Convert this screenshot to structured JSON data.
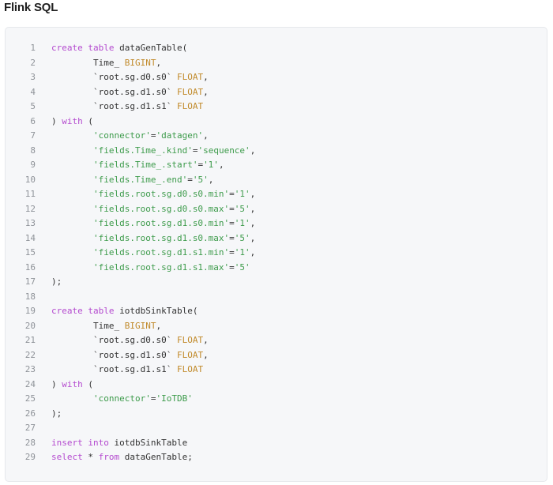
{
  "title": "Flink SQL",
  "colors": {
    "keyword": "#b44acf",
    "type": "#c18a2a",
    "string": "#3d9b4b",
    "plain": "#333333",
    "line_number": "#8f9399",
    "background": "#f6f7f9"
  },
  "code": {
    "language": "sql",
    "lines": [
      {
        "n": "1",
        "tokens": [
          {
            "t": "kw",
            "v": "create"
          },
          {
            "t": "plain",
            "v": " "
          },
          {
            "t": "kw",
            "v": "table"
          },
          {
            "t": "plain",
            "v": " dataGenTable("
          }
        ]
      },
      {
        "n": "2",
        "tokens": [
          {
            "t": "plain",
            "v": "        Time_ "
          },
          {
            "t": "type",
            "v": "BIGINT"
          },
          {
            "t": "plain",
            "v": ","
          }
        ]
      },
      {
        "n": "3",
        "tokens": [
          {
            "t": "plain",
            "v": "        `root.sg.d0.s0` "
          },
          {
            "t": "type",
            "v": "FLOAT"
          },
          {
            "t": "plain",
            "v": ","
          }
        ]
      },
      {
        "n": "4",
        "tokens": [
          {
            "t": "plain",
            "v": "        `root.sg.d1.s0` "
          },
          {
            "t": "type",
            "v": "FLOAT"
          },
          {
            "t": "plain",
            "v": ","
          }
        ]
      },
      {
        "n": "5",
        "tokens": [
          {
            "t": "plain",
            "v": "        `root.sg.d1.s1` "
          },
          {
            "t": "type",
            "v": "FLOAT"
          }
        ]
      },
      {
        "n": "6",
        "tokens": [
          {
            "t": "plain",
            "v": ") "
          },
          {
            "t": "kw",
            "v": "with"
          },
          {
            "t": "plain",
            "v": " ("
          }
        ]
      },
      {
        "n": "7",
        "tokens": [
          {
            "t": "plain",
            "v": "        "
          },
          {
            "t": "str",
            "v": "'connector'"
          },
          {
            "t": "plain",
            "v": "="
          },
          {
            "t": "str",
            "v": "'datagen'"
          },
          {
            "t": "plain",
            "v": ","
          }
        ]
      },
      {
        "n": "8",
        "tokens": [
          {
            "t": "plain",
            "v": "        "
          },
          {
            "t": "str",
            "v": "'fields.Time_.kind'"
          },
          {
            "t": "plain",
            "v": "="
          },
          {
            "t": "str",
            "v": "'sequence'"
          },
          {
            "t": "plain",
            "v": ","
          }
        ]
      },
      {
        "n": "9",
        "tokens": [
          {
            "t": "plain",
            "v": "        "
          },
          {
            "t": "str",
            "v": "'fields.Time_.start'"
          },
          {
            "t": "plain",
            "v": "="
          },
          {
            "t": "str",
            "v": "'1'"
          },
          {
            "t": "plain",
            "v": ","
          }
        ]
      },
      {
        "n": "10",
        "tokens": [
          {
            "t": "plain",
            "v": "        "
          },
          {
            "t": "str",
            "v": "'fields.Time_.end'"
          },
          {
            "t": "plain",
            "v": "="
          },
          {
            "t": "str",
            "v": "'5'"
          },
          {
            "t": "plain",
            "v": ","
          }
        ]
      },
      {
        "n": "11",
        "tokens": [
          {
            "t": "plain",
            "v": "        "
          },
          {
            "t": "str",
            "v": "'fields.root.sg.d0.s0.min'"
          },
          {
            "t": "plain",
            "v": "="
          },
          {
            "t": "str",
            "v": "'1'"
          },
          {
            "t": "plain",
            "v": ","
          }
        ]
      },
      {
        "n": "12",
        "tokens": [
          {
            "t": "plain",
            "v": "        "
          },
          {
            "t": "str",
            "v": "'fields.root.sg.d0.s0.max'"
          },
          {
            "t": "plain",
            "v": "="
          },
          {
            "t": "str",
            "v": "'5'"
          },
          {
            "t": "plain",
            "v": ","
          }
        ]
      },
      {
        "n": "13",
        "tokens": [
          {
            "t": "plain",
            "v": "        "
          },
          {
            "t": "str",
            "v": "'fields.root.sg.d1.s0.min'"
          },
          {
            "t": "plain",
            "v": "="
          },
          {
            "t": "str",
            "v": "'1'"
          },
          {
            "t": "plain",
            "v": ","
          }
        ]
      },
      {
        "n": "14",
        "tokens": [
          {
            "t": "plain",
            "v": "        "
          },
          {
            "t": "str",
            "v": "'fields.root.sg.d1.s0.max'"
          },
          {
            "t": "plain",
            "v": "="
          },
          {
            "t": "str",
            "v": "'5'"
          },
          {
            "t": "plain",
            "v": ","
          }
        ]
      },
      {
        "n": "15",
        "tokens": [
          {
            "t": "plain",
            "v": "        "
          },
          {
            "t": "str",
            "v": "'fields.root.sg.d1.s1.min'"
          },
          {
            "t": "plain",
            "v": "="
          },
          {
            "t": "str",
            "v": "'1'"
          },
          {
            "t": "plain",
            "v": ","
          }
        ]
      },
      {
        "n": "16",
        "tokens": [
          {
            "t": "plain",
            "v": "        "
          },
          {
            "t": "str",
            "v": "'fields.root.sg.d1.s1.max'"
          },
          {
            "t": "plain",
            "v": "="
          },
          {
            "t": "str",
            "v": "'5'"
          }
        ]
      },
      {
        "n": "17",
        "tokens": [
          {
            "t": "plain",
            "v": ");"
          }
        ]
      },
      {
        "n": "18",
        "tokens": []
      },
      {
        "n": "19",
        "tokens": [
          {
            "t": "kw",
            "v": "create"
          },
          {
            "t": "plain",
            "v": " "
          },
          {
            "t": "kw",
            "v": "table"
          },
          {
            "t": "plain",
            "v": " iotdbSinkTable("
          }
        ]
      },
      {
        "n": "20",
        "tokens": [
          {
            "t": "plain",
            "v": "        Time_ "
          },
          {
            "t": "type",
            "v": "BIGINT"
          },
          {
            "t": "plain",
            "v": ","
          }
        ]
      },
      {
        "n": "21",
        "tokens": [
          {
            "t": "plain",
            "v": "        `root.sg.d0.s0` "
          },
          {
            "t": "type",
            "v": "FLOAT"
          },
          {
            "t": "plain",
            "v": ","
          }
        ]
      },
      {
        "n": "22",
        "tokens": [
          {
            "t": "plain",
            "v": "        `root.sg.d1.s0` "
          },
          {
            "t": "type",
            "v": "FLOAT"
          },
          {
            "t": "plain",
            "v": ","
          }
        ]
      },
      {
        "n": "23",
        "tokens": [
          {
            "t": "plain",
            "v": "        `root.sg.d1.s1` "
          },
          {
            "t": "type",
            "v": "FLOAT"
          }
        ]
      },
      {
        "n": "24",
        "tokens": [
          {
            "t": "plain",
            "v": ") "
          },
          {
            "t": "kw",
            "v": "with"
          },
          {
            "t": "plain",
            "v": " ("
          }
        ]
      },
      {
        "n": "25",
        "tokens": [
          {
            "t": "plain",
            "v": "        "
          },
          {
            "t": "str",
            "v": "'connector'"
          },
          {
            "t": "plain",
            "v": "="
          },
          {
            "t": "str",
            "v": "'IoTDB'"
          }
        ]
      },
      {
        "n": "26",
        "tokens": [
          {
            "t": "plain",
            "v": ");"
          }
        ]
      },
      {
        "n": "27",
        "tokens": []
      },
      {
        "n": "28",
        "tokens": [
          {
            "t": "kw",
            "v": "insert"
          },
          {
            "t": "plain",
            "v": " "
          },
          {
            "t": "kw",
            "v": "into"
          },
          {
            "t": "plain",
            "v": " iotdbSinkTable"
          }
        ]
      },
      {
        "n": "29",
        "tokens": [
          {
            "t": "kw",
            "v": "select"
          },
          {
            "t": "plain",
            "v": " * "
          },
          {
            "t": "kw",
            "v": "from"
          },
          {
            "t": "plain",
            "v": " dataGenTable;"
          }
        ]
      }
    ]
  }
}
